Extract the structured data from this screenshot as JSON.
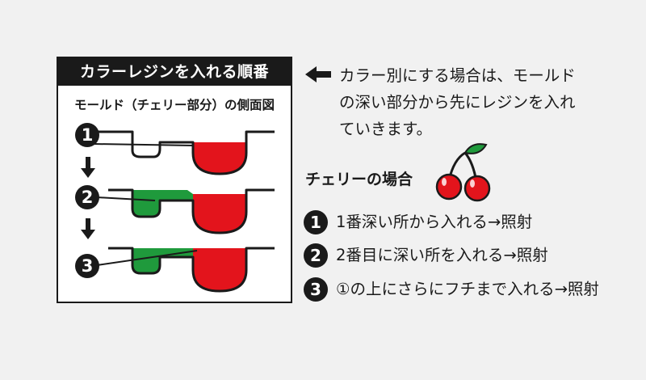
{
  "panel": {
    "title": "カラーレジンを入れる順番",
    "subtitle": "モールド（チェリー部分）の側面図",
    "steps": [
      "1",
      "2",
      "3"
    ]
  },
  "note": "カラー別にする場合は、モールドの深い部分から先にレジンを入れていきます。",
  "cherry_heading": "チェリーの場合",
  "instructions": [
    {
      "num": "1",
      "text": "1番深い所から入れる→照射"
    },
    {
      "num": "2",
      "text": "2番目に深い所を入れる→照射"
    },
    {
      "num": "3",
      "text": "①の上にさらにフチまで入れる→照射"
    }
  ],
  "colors": {
    "red": "#e3141c",
    "green": "#1f9a3c",
    "dark": "#1a1a1a"
  },
  "icons": [
    "left-arrow-icon",
    "down-arrow-icon",
    "cherry-icon"
  ]
}
